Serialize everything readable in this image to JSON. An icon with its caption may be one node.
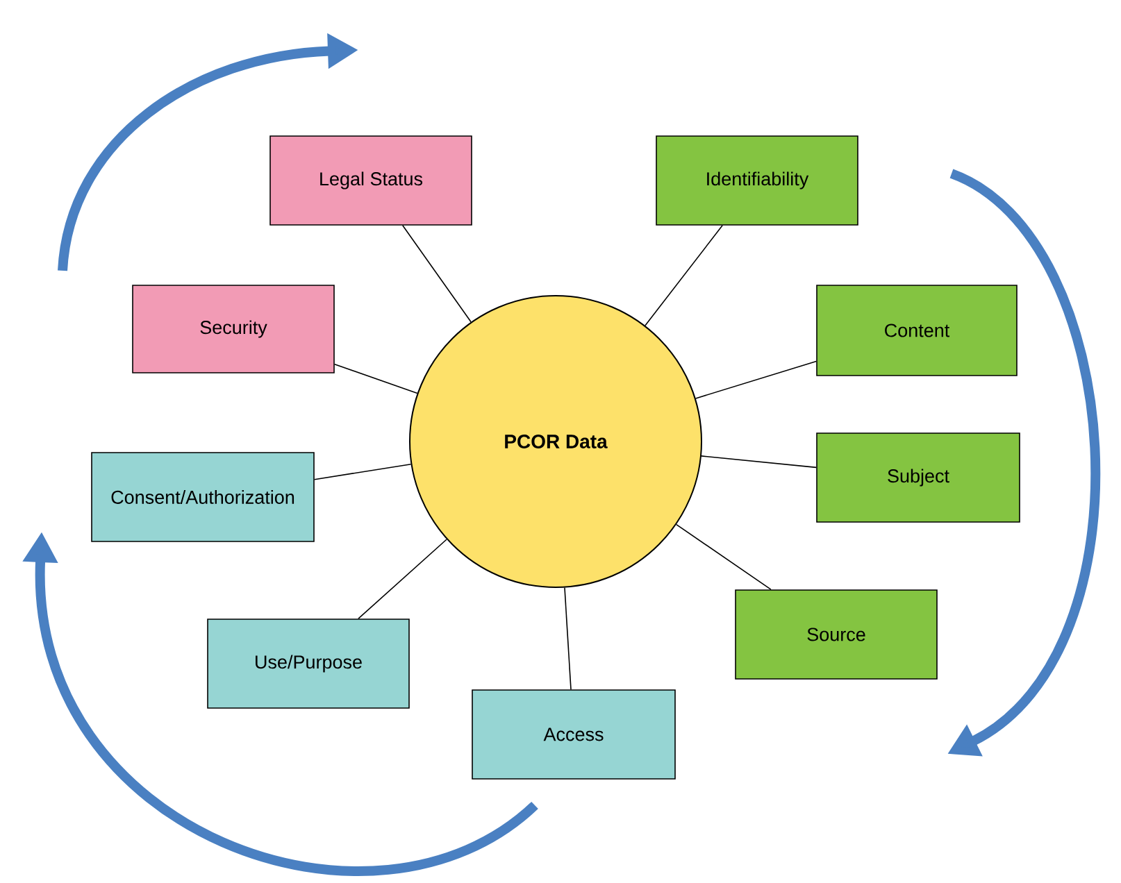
{
  "diagram": {
    "nodes": [
      {
        "text": [
          "PCOR Data"
        ]
      },
      {
        "text": [
          "Legal Status"
        ]
      },
      {
        "text": [
          "Identifiability"
        ]
      },
      {
        "text": [
          "Security"
        ]
      },
      {
        "text": [
          "Content"
        ]
      },
      {
        "text": [
          "Consent/Authorization"
        ]
      },
      {
        "text": [
          "Subject"
        ]
      },
      {
        "text": [
          "Use/Purpose"
        ]
      },
      {
        "text": [
          "Source"
        ]
      },
      {
        "text": [
          "Access"
        ]
      }
    ],
    "edges": [
      {
        "from": 0,
        "to": 1,
        "arrow": "none"
      },
      {
        "from": 0,
        "to": 2,
        "arrow": "none"
      },
      {
        "from": 0,
        "to": 3,
        "arrow": "none"
      },
      {
        "from": 0,
        "to": 4,
        "arrow": "none"
      },
      {
        "from": 0,
        "to": 5,
        "arrow": "none"
      },
      {
        "from": 0,
        "to": 6,
        "arrow": "none"
      },
      {
        "from": 0,
        "to": 7,
        "arrow": "none"
      },
      {
        "from": 0,
        "to": 8,
        "arrow": "none"
      },
      {
        "from": 0,
        "to": 9,
        "arrow": "none"
      }
    ]
  }
}
